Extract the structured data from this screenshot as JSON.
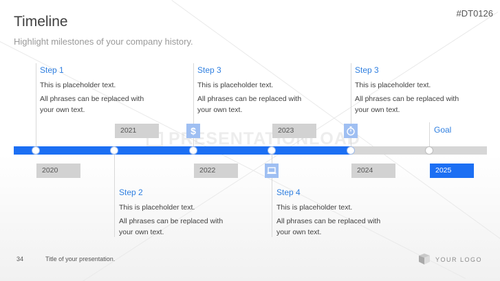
{
  "slide": {
    "title": "Timeline",
    "subtitle": "Highlight milestones of your company history.",
    "code": "#DT0126",
    "watermark": "PRESENTATIONLOAD"
  },
  "steps_top": [
    {
      "title": "Step 1",
      "line1": "This is placeholder text.",
      "line2": "All phrases can be replaced with your own text."
    },
    {
      "title": "Step 3",
      "line1": "This is placeholder text.",
      "line2": "All phrases can be replaced with your own text."
    },
    {
      "title": "Step 3",
      "line1": "This is placeholder text.",
      "line2": "All phrases can be replaced with your own text."
    }
  ],
  "steps_bottom": [
    {
      "title": "Step 2",
      "line1": "This is placeholder text.",
      "line2": "All phrases can be replaced with your own text."
    },
    {
      "title": "Step 4",
      "line1": "This is placeholder text.",
      "line2": "All phrases can be replaced with your own text."
    }
  ],
  "years": [
    "2020",
    "2021",
    "2022",
    "2023",
    "2024",
    "2025"
  ],
  "goal": "Goal",
  "icons": [
    "dollar-icon",
    "laptop-icon",
    "stopwatch-icon"
  ],
  "colors": {
    "accent": "#1c6ff3",
    "step_title": "#2f7fe0",
    "year_box": "#d2d2d2",
    "icon_box": "#9fbff2"
  },
  "footer": {
    "page_number": "34",
    "text": "Title of your presentation.",
    "logo": "YOUR LOGO"
  }
}
